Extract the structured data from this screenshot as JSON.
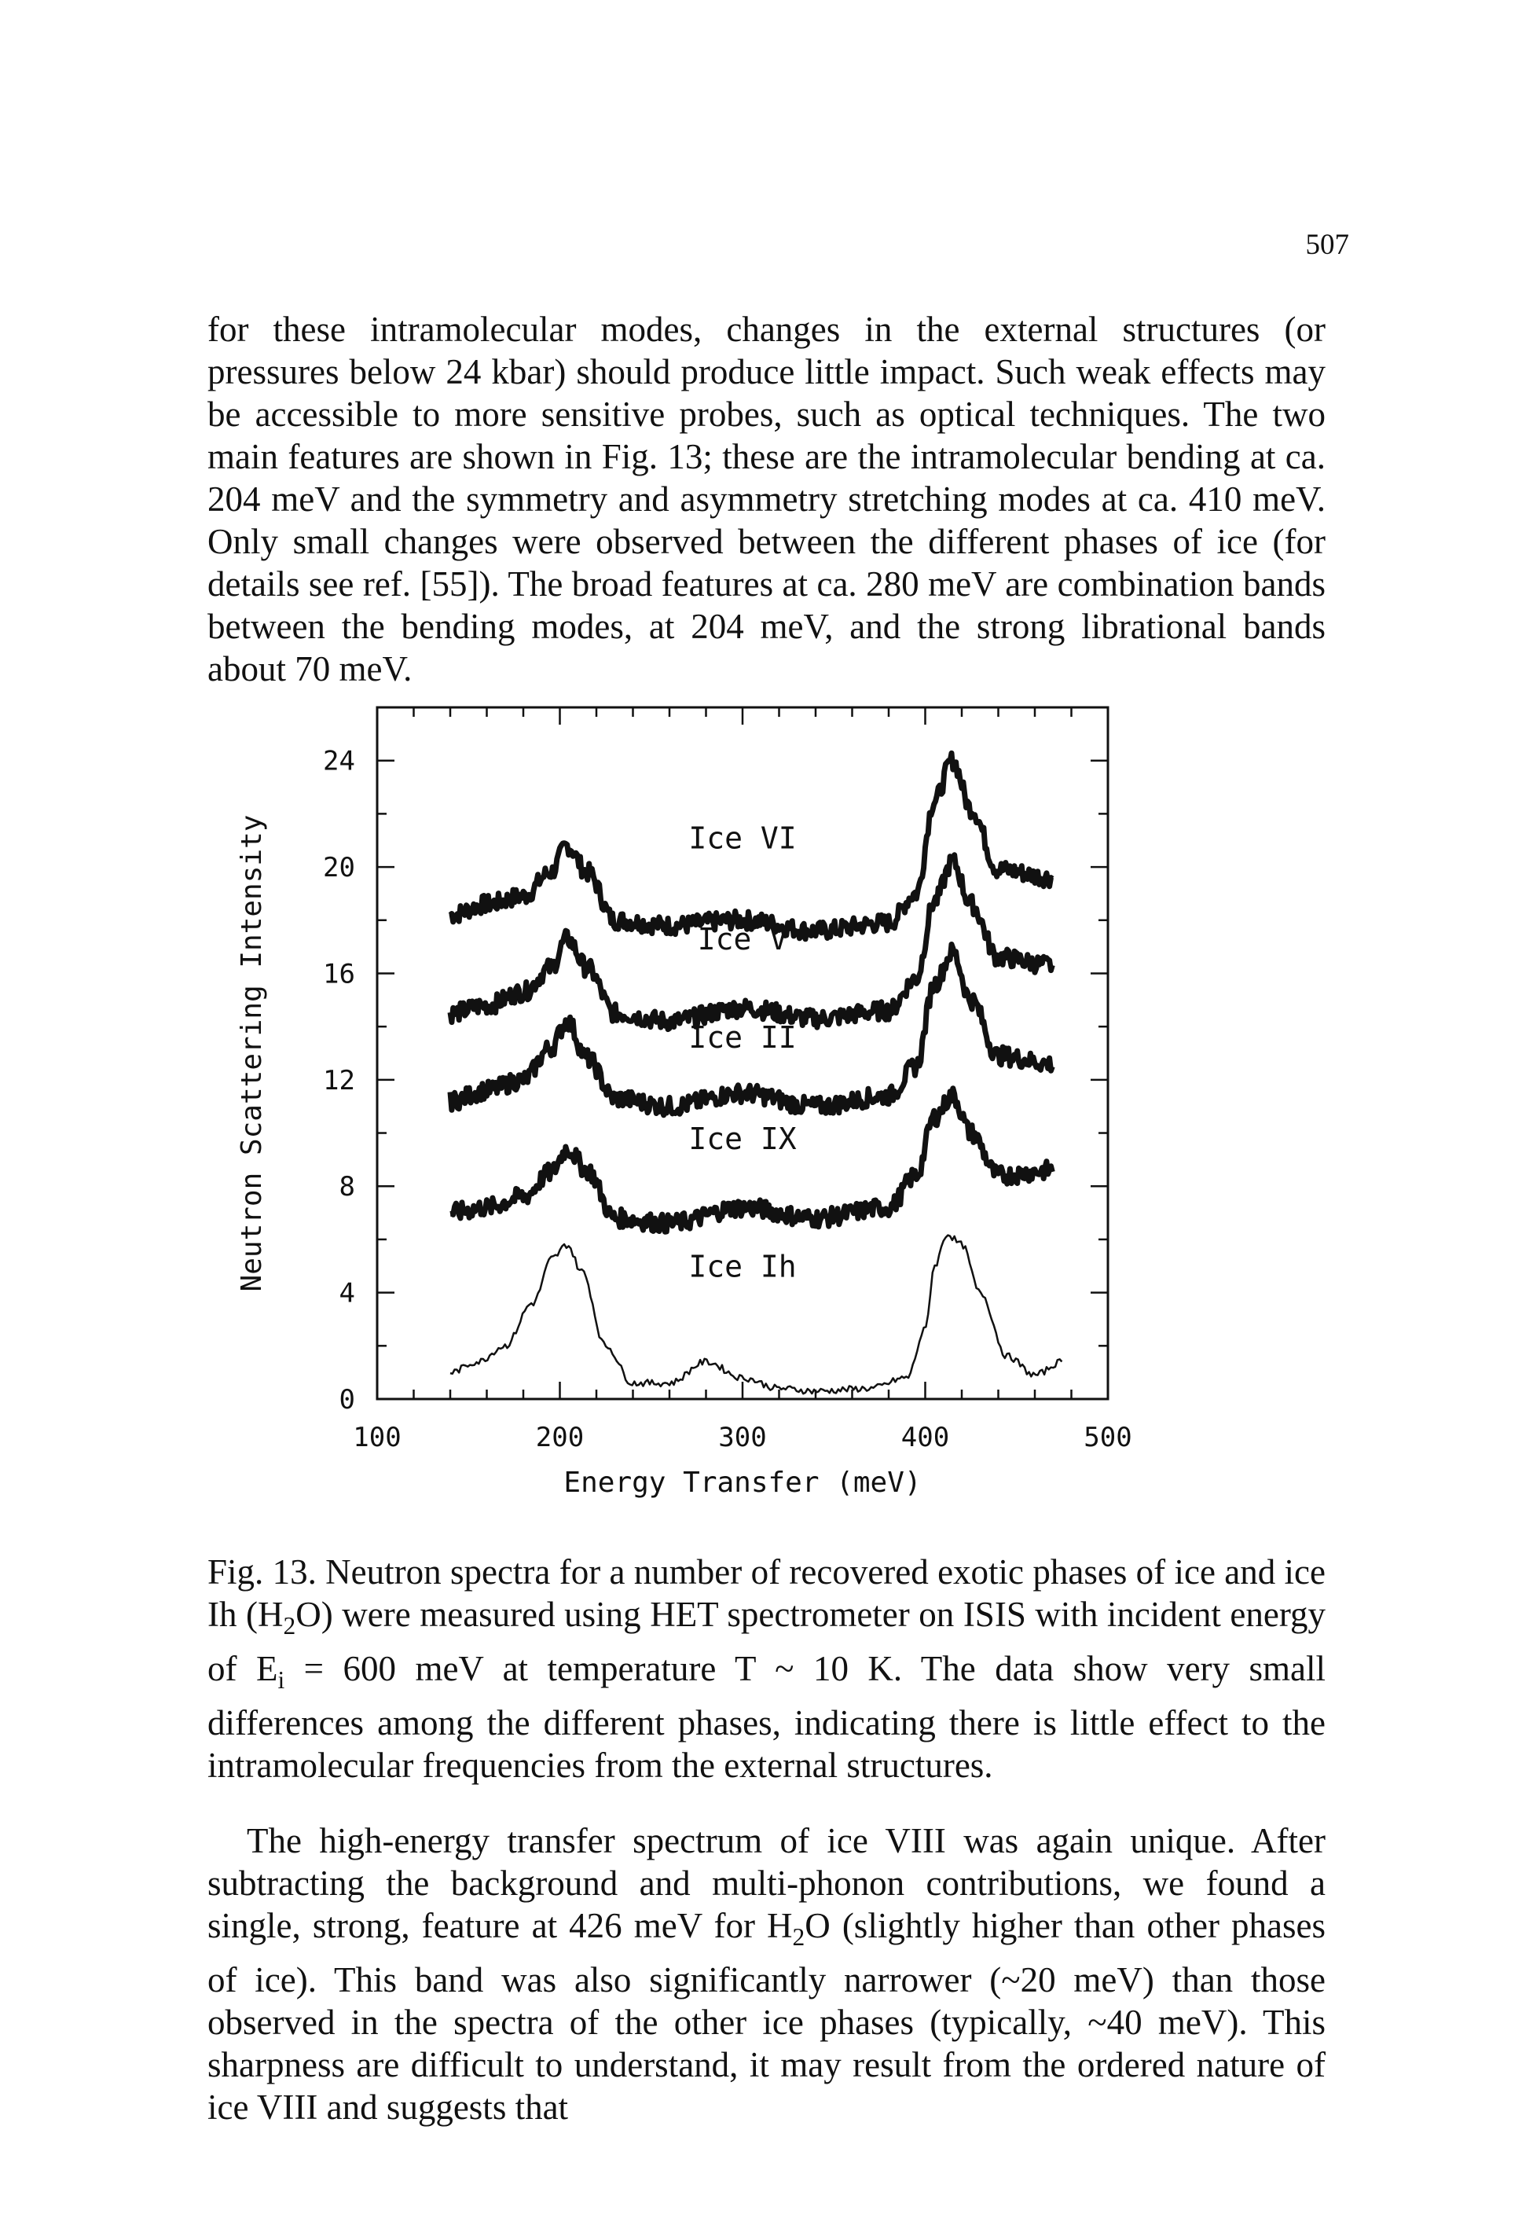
{
  "page_number": "507",
  "paragraph1": "for these intramolecular modes, changes in the external structures (or pressures below 24 kbar) should produce little impact. Such weak effects may be accessible to more sensitive probes, such as optical techniques. The two main features are shown in Fig. 13; these are the intramolecular bending at ca. 204 meV and the symmetry and asymmetry stretching modes at ca. 410 meV. Only small changes were observed between the different phases of ice (for details see ref. [55]). The broad features at ca. 280 meV are combination bands between the bending modes, at 204 meV, and the strong librational bands about 70 meV.",
  "caption": {
    "part1": "Fig. 13. Neutron spectra for a number of recovered exotic phases of ice and ice Ih (H",
    "sub1": "2",
    "part2": "O) were measured using HET spectrometer on ISIS with incident energy of E",
    "sub2": "i",
    "part3": " = 600 meV at temperature T ~ 10 K. The data show very small differences among the different phases, indicating there is little effect to the intramolecular frequencies from the external structures."
  },
  "paragraph2": {
    "part1": "The high-energy transfer spectrum of ice VIII was again unique. After subtracting the background and multi-phonon contributions, we found a single, strong, feature at 426 meV for H",
    "sub1": "2",
    "part2": "O (slightly higher than other phases of ice). This band was also significantly narrower (~20 meV) than those observed in the spectra of the other ice phases (typically, ~40 meV). This sharpness are difficult to understand, it may result from the ordered nature of ice VIII and suggests that"
  },
  "chart_data": {
    "type": "line",
    "xlabel": "Energy Transfer (meV)",
    "ylabel": "Neutron Scattering Intensity",
    "xlim": [
      100,
      500
    ],
    "ylim": [
      0,
      26
    ],
    "xticks": [
      100,
      200,
      300,
      400,
      500
    ],
    "yticks": [
      0,
      4,
      8,
      12,
      16,
      20,
      24
    ],
    "grid": false,
    "series": [
      {
        "name": "Ice VI",
        "x": [
          140,
          160,
          180,
          195,
          204,
          215,
          230,
          260,
          300,
          340,
          380,
          395,
          405,
          415,
          425,
          440,
          470
        ],
        "y": [
          18.2,
          18.6,
          18.9,
          19.8,
          20.8,
          19.8,
          18.0,
          17.8,
          18.0,
          17.6,
          17.9,
          19.0,
          22.5,
          24.0,
          22.2,
          19.9,
          19.6
        ]
      },
      {
        "name": "Ice V",
        "x": [
          140,
          160,
          180,
          195,
          204,
          215,
          230,
          260,
          300,
          340,
          380,
          395,
          405,
          415,
          425,
          440,
          470
        ],
        "y": [
          14.5,
          14.8,
          15.3,
          16.2,
          17.3,
          16.2,
          14.5,
          14.2,
          14.7,
          14.3,
          14.6,
          15.8,
          18.7,
          20.2,
          18.6,
          16.6,
          16.3
        ]
      },
      {
        "name": "Ice II",
        "x": [
          140,
          160,
          180,
          195,
          204,
          215,
          230,
          260,
          300,
          340,
          380,
          395,
          405,
          415,
          425,
          440,
          470
        ],
        "y": [
          11.2,
          11.6,
          12.0,
          13.2,
          14.2,
          12.8,
          11.3,
          11.0,
          11.5,
          11.0,
          11.4,
          12.5,
          15.6,
          16.8,
          15.0,
          12.9,
          12.6
        ]
      },
      {
        "name": "Ice IX",
        "x": [
          140,
          160,
          180,
          195,
          204,
          215,
          230,
          260,
          300,
          340,
          380,
          395,
          405,
          415,
          425,
          440,
          470
        ],
        "y": [
          7.0,
          7.2,
          7.6,
          8.5,
          9.4,
          8.6,
          6.8,
          6.6,
          7.2,
          6.8,
          7.2,
          8.4,
          10.6,
          11.4,
          10.0,
          8.4,
          8.6
        ]
      },
      {
        "name": "Ice Ih",
        "x": [
          140,
          155,
          170,
          185,
          196,
          204,
          212,
          225,
          240,
          260,
          280,
          300,
          320,
          340,
          370,
          390,
          400,
          405,
          412,
          420,
          430,
          445,
          460,
          475
        ],
        "y": [
          1.0,
          1.4,
          2.0,
          3.6,
          5.3,
          5.8,
          4.8,
          2.0,
          0.6,
          0.6,
          1.4,
          0.8,
          0.4,
          0.3,
          0.4,
          0.8,
          2.6,
          5.0,
          6.2,
          5.8,
          4.0,
          1.6,
          0.9,
          1.4
        ]
      }
    ]
  }
}
